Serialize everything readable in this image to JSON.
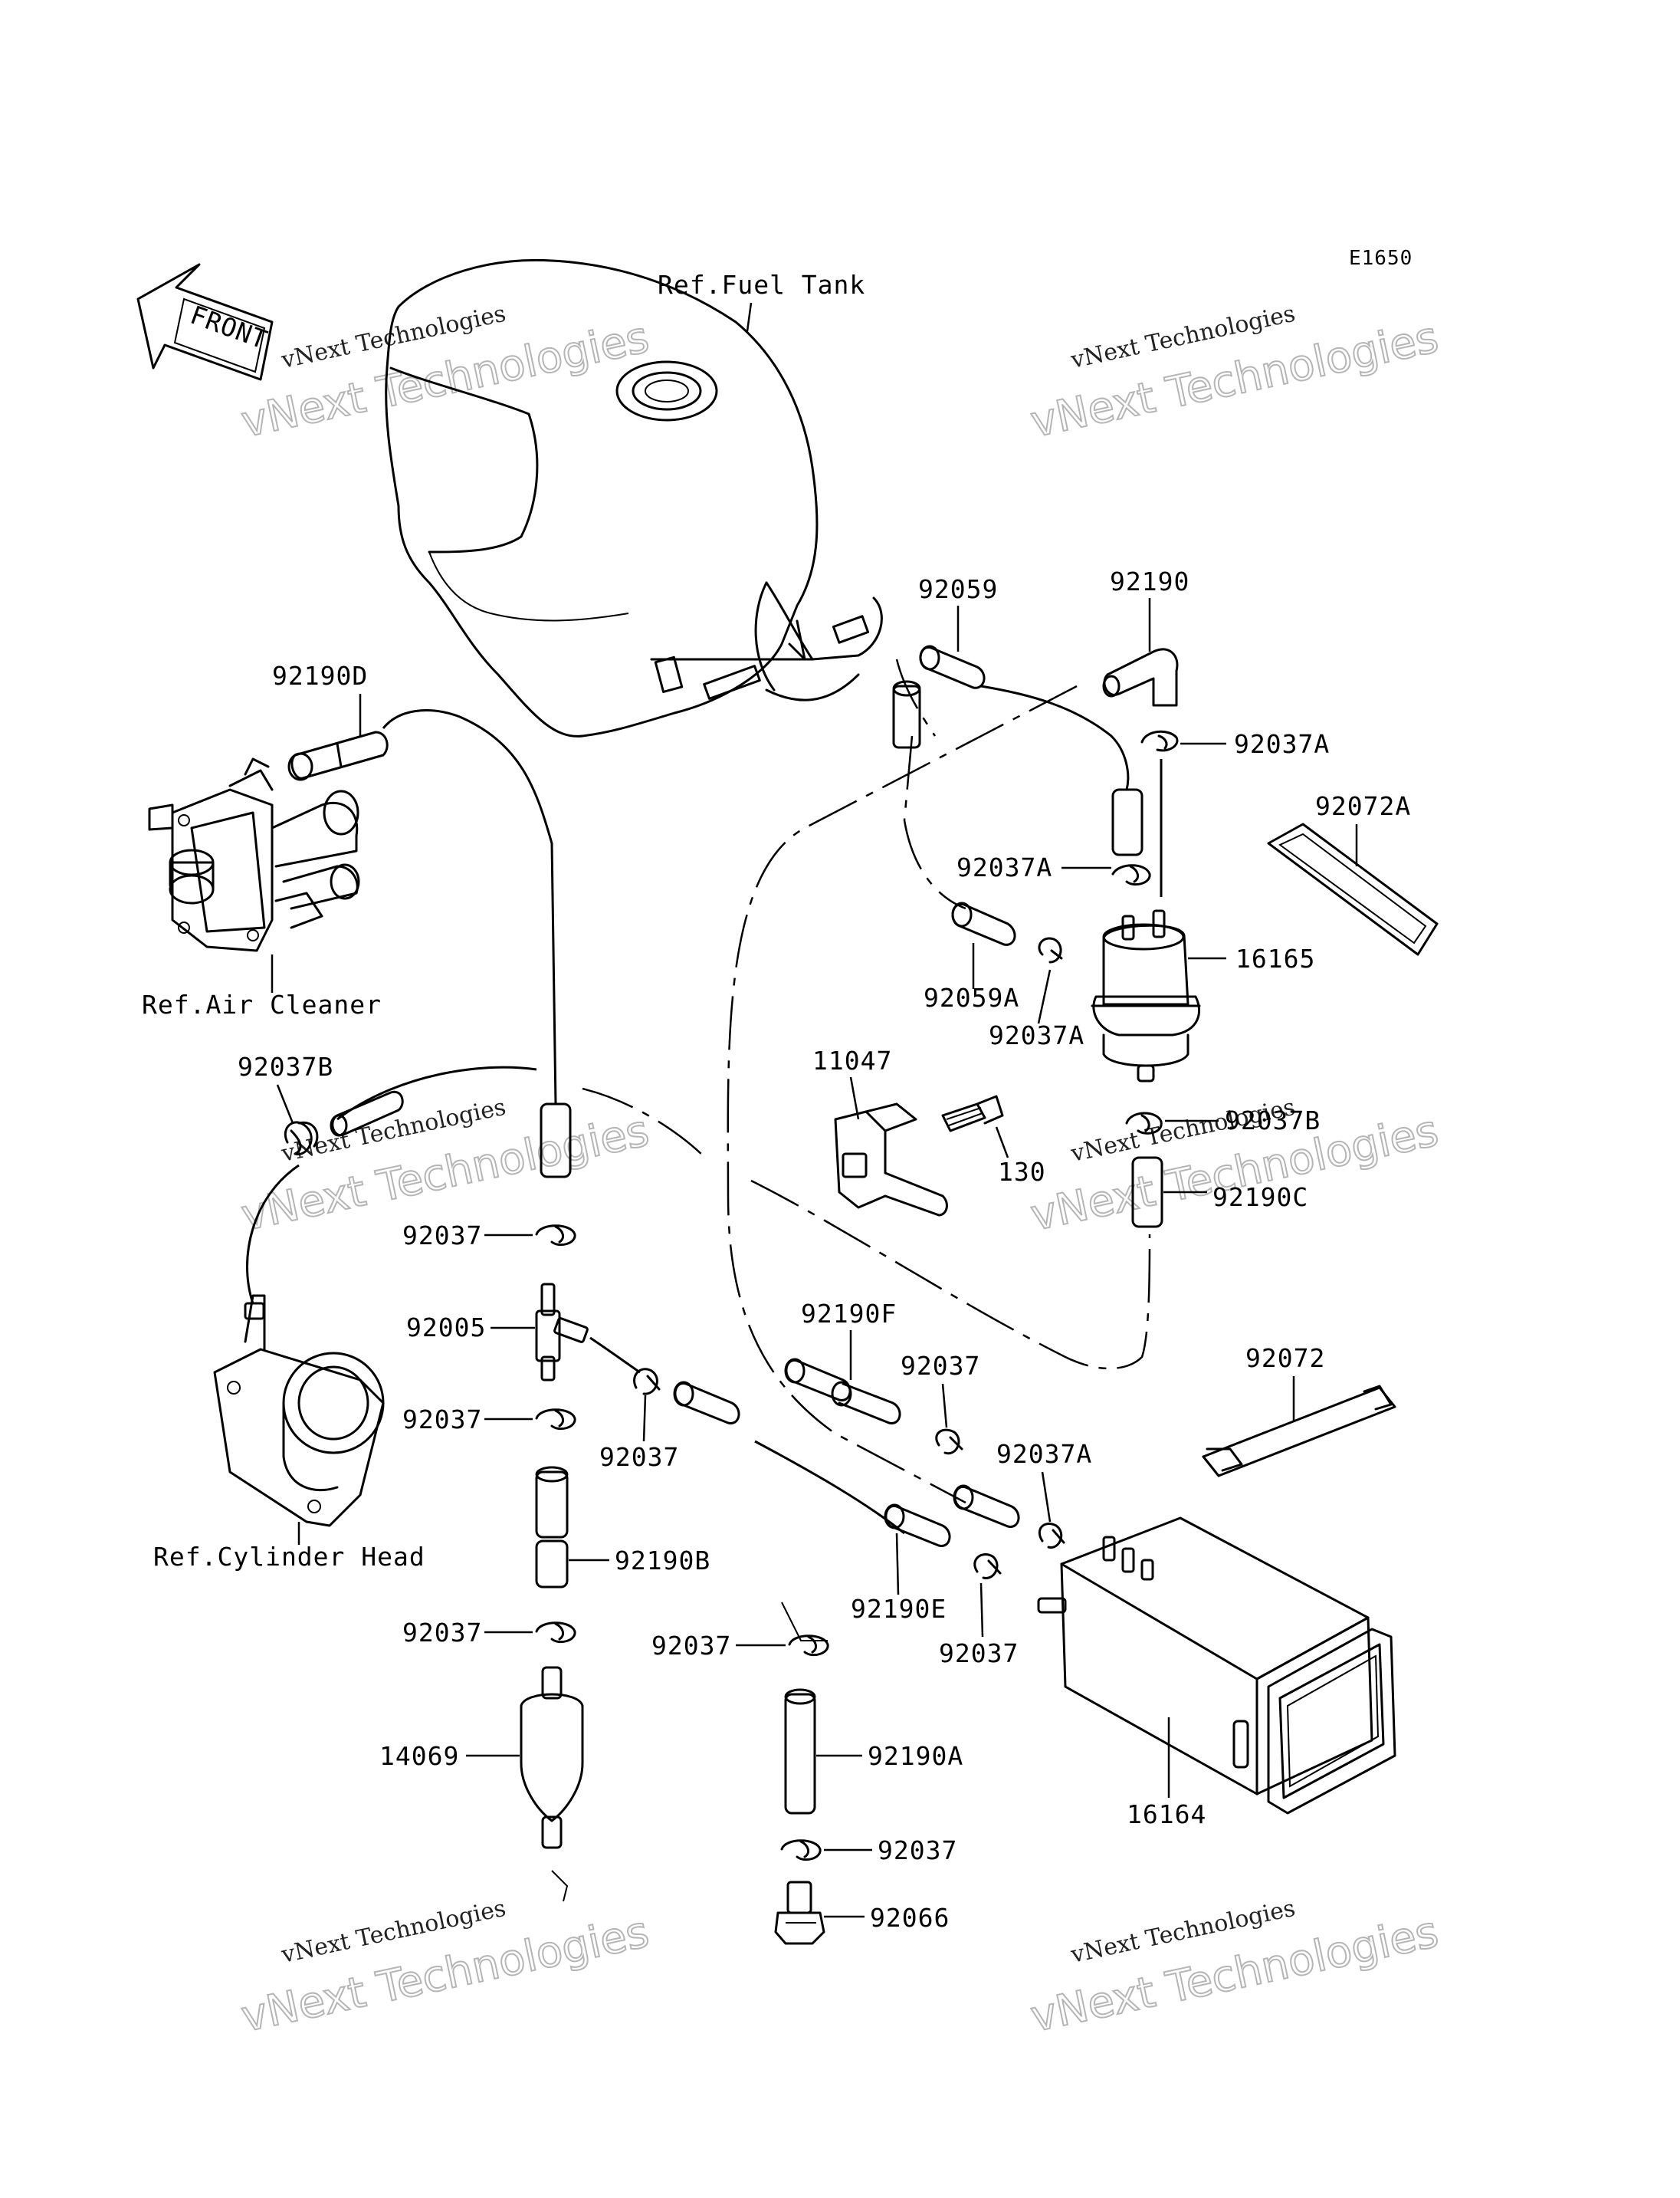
{
  "diagram": {
    "code": "E1650",
    "front_label": "FRONT",
    "watermark": {
      "line1": "vNext Technologies",
      "line2": "vNext Technologies"
    },
    "refs": {
      "fuel_tank": "Ref.Fuel Tank",
      "air_cleaner": "Ref.Air Cleaner",
      "cylinder_head": "Ref.Cylinder Head"
    },
    "parts": {
      "p92190D": "92190D",
      "p92059": "92059",
      "p92190": "92190",
      "p92037A_1": "92037A",
      "p92072A": "92072A",
      "p92037A_2": "92037A",
      "p16165": "16165",
      "p92059A": "92059A",
      "p92037A_3": "92037A",
      "p11047": "11047",
      "p92037B_1": "92037B",
      "p92037B_2": "92037B",
      "p130": "130",
      "p92190C": "92190C",
      "p92037_1": "92037",
      "p92005": "92005",
      "p92037_2": "92037",
      "p92037_3": "92037",
      "p92190F": "92190F",
      "p92037_4": "92037",
      "p92072": "92072",
      "p92037A_4": "92037A",
      "p92190B": "92190B",
      "p92190E": "92190E",
      "p92037_5": "92037",
      "p92037_6": "92037",
      "p92037_7": "92037",
      "p14069": "14069",
      "p92190A": "92190A",
      "p16164": "16164",
      "p92037_8": "92037",
      "p92066": "92066"
    }
  }
}
